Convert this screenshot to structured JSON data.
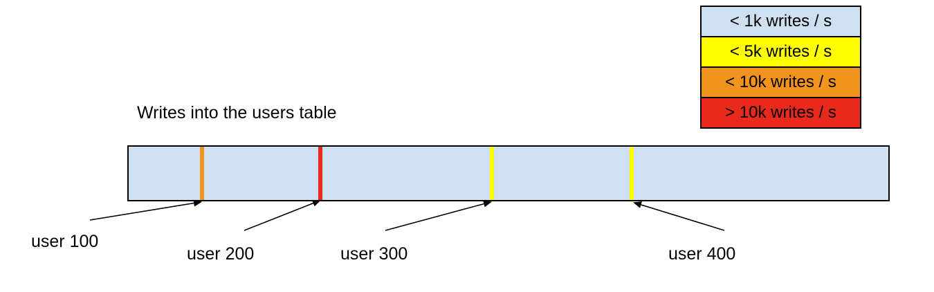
{
  "diagram": {
    "title": "Writes into the users table"
  },
  "legend": {
    "items": [
      {
        "label": "< 1k writes / s",
        "color": "#cfe0f1"
      },
      {
        "label": "< 5k writes / s",
        "color": "#ffff00"
      },
      {
        "label": "< 10k writes / s",
        "color": "#f0941e"
      },
      {
        "label": "> 10k writes / s",
        "color": "#e8291c"
      }
    ]
  },
  "table_bar": {
    "fill_color": "#cfe0f1",
    "border_color": "#000000",
    "markers": [
      {
        "label": "user 100",
        "rate_category": "< 10k writes / s",
        "color": "#f0941e",
        "position_pct": 9.5
      },
      {
        "label": "user 200",
        "rate_category": "> 10k writes / s",
        "color": "#e8291c",
        "position_pct": 25.0
      },
      {
        "label": "user 300",
        "rate_category": "< 5k writes / s",
        "color": "#ffff00",
        "position_pct": 47.5
      },
      {
        "label": "user 400",
        "rate_category": "< 5k writes / s",
        "color": "#ffff00",
        "position_pct": 65.9
      }
    ]
  }
}
